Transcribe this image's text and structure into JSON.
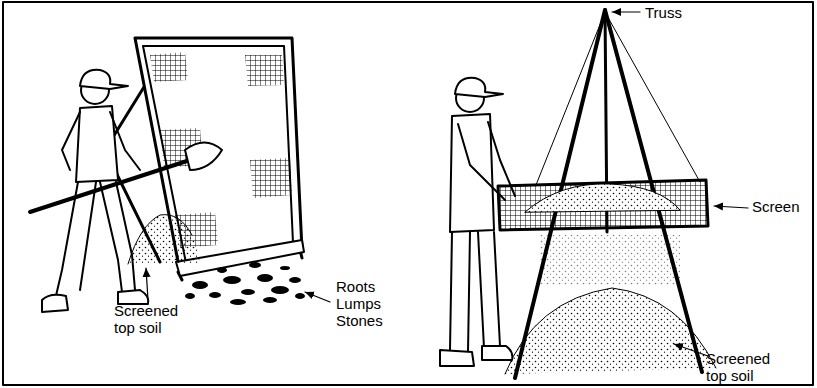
{
  "diagram": {
    "labels": [
      "Screened top soil",
      "Roots Lumps Stones",
      "Truss",
      "Screen",
      "Screened top soil"
    ]
  }
}
